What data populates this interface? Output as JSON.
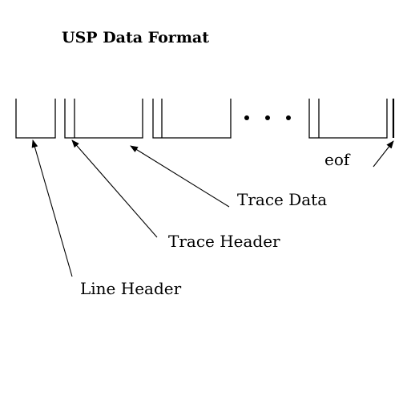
{
  "diagram": {
    "title": "USP Data Format",
    "labels": {
      "line_header": "Line Header",
      "trace_header": "Trace Header",
      "trace_data": "Trace Data",
      "eof": "eof"
    }
  }
}
